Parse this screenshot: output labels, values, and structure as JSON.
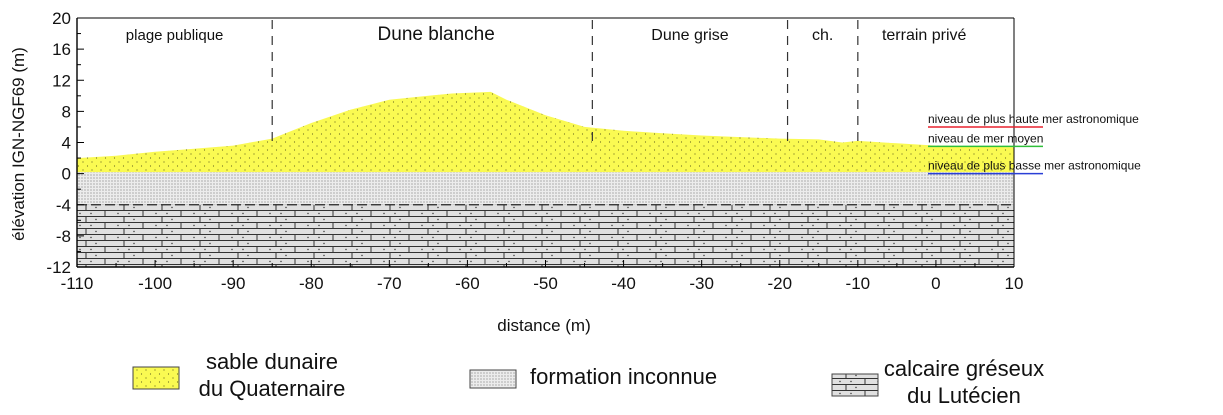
{
  "chart_data": {
    "type": "area",
    "xlabel": "distance (m)",
    "ylabel": "élévation IGN-NGF69 (m)",
    "xlim": [
      -110,
      10
    ],
    "ylim": [
      -12,
      20
    ],
    "x_ticks": [
      -110,
      -100,
      -90,
      -80,
      -70,
      -60,
      -50,
      -40,
      -30,
      -20,
      -10,
      0,
      10
    ],
    "y_ticks": [
      -12,
      -8,
      -4,
      0,
      4,
      8,
      12,
      16,
      20
    ],
    "zones": [
      {
        "label": "plage publique",
        "x_center": -97.5
      },
      {
        "label": "Dune blanche",
        "x_center": -64
      },
      {
        "label": "Dune grise",
        "x_center": -31.5
      },
      {
        "label": "ch.",
        "x_center": -14.5
      },
      {
        "label": "terrain privé",
        "x_center": -1.5
      }
    ],
    "zone_boundaries": [
      -85,
      -44,
      -19,
      -10
    ],
    "dune_profile": {
      "x": [
        -110,
        -105,
        -100,
        -95,
        -90,
        -85,
        -80,
        -75,
        -70,
        -65,
        -62,
        -57,
        -55,
        -50,
        -45,
        -40,
        -35,
        -30,
        -25,
        -20,
        -15,
        -12,
        -10,
        -5,
        0,
        5,
        10
      ],
      "y": [
        2.0,
        2.3,
        2.8,
        3.2,
        3.6,
        4.5,
        6.5,
        8.2,
        9.5,
        10.0,
        10.3,
        10.5,
        9.5,
        7.5,
        6.0,
        5.5,
        5.2,
        4.9,
        4.7,
        4.5,
        4.4,
        4.0,
        4.2,
        3.9,
        3.6,
        3.5,
        3.4
      ]
    },
    "unknown_formation_range": [
      -4,
      0.2
    ],
    "limestone_range": [
      -12,
      -4
    ],
    "sea_levels": [
      {
        "label": "niveau de plus haute mer astronomique",
        "elevation": 6,
        "color": "#e8222e"
      },
      {
        "label": "niveau de mer moyen",
        "elevation": 3.5,
        "color": "#2fbf3a"
      },
      {
        "label": "niveau de plus basse mer astronomique",
        "elevation": 0,
        "color": "#2a3fd6"
      }
    ],
    "legend": [
      {
        "label_line1": "sable dunaire",
        "label_line2": "du Quaternaire",
        "pattern": "sand"
      },
      {
        "label_line1": "formation inconnue",
        "label_line2": "",
        "pattern": "dots"
      },
      {
        "label_line1": "calcaire gréseux",
        "label_line2": "du Lutécien",
        "pattern": "limestone"
      }
    ],
    "colors": {
      "sand": "#fafa52",
      "unknown": "#e8e8e8",
      "limestone": "#e2e2e2"
    }
  }
}
